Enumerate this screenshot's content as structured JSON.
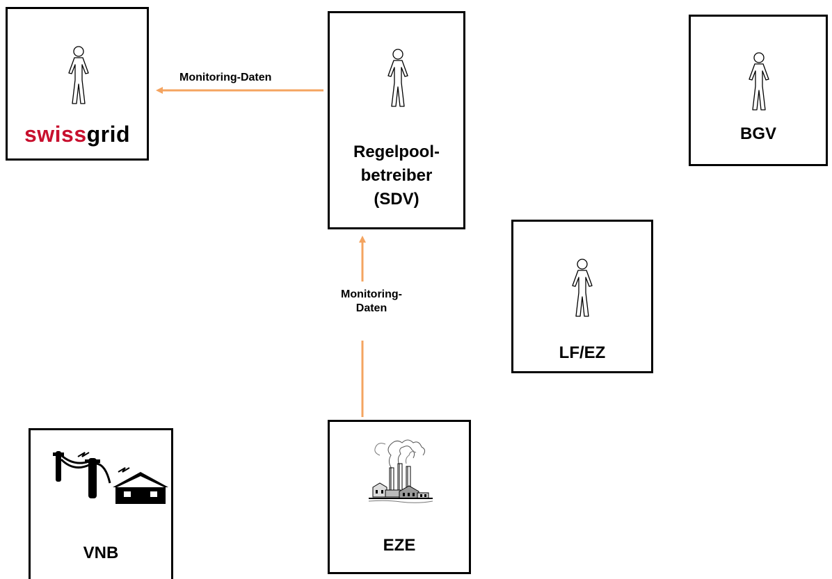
{
  "colors": {
    "arrow": "#f4a460",
    "border": "#000000",
    "swiss_red": "#c8102e",
    "grid_black": "#000000"
  },
  "nodes": {
    "swissgrid": {
      "logo_part1": "swiss",
      "logo_part2": "grid",
      "icon": "person-icon"
    },
    "regelpool": {
      "line1": "Regelpool-",
      "line2": "betreiber",
      "line3": "(SDV)",
      "icon": "person-icon"
    },
    "bgv": {
      "label": "BGV",
      "icon": "person-icon"
    },
    "lfez": {
      "label": "LF/EZ",
      "icon": "person-icon"
    },
    "vnb": {
      "label": "VNB",
      "icon": "power-grid-house-icon"
    },
    "eze": {
      "label": "EZE",
      "icon": "factory-icon"
    }
  },
  "edges": {
    "regelpool_to_swissgrid": {
      "label": "Monitoring-Daten"
    },
    "eze_to_regelpool": {
      "line1": "Monitoring-",
      "line2": "Daten"
    }
  }
}
